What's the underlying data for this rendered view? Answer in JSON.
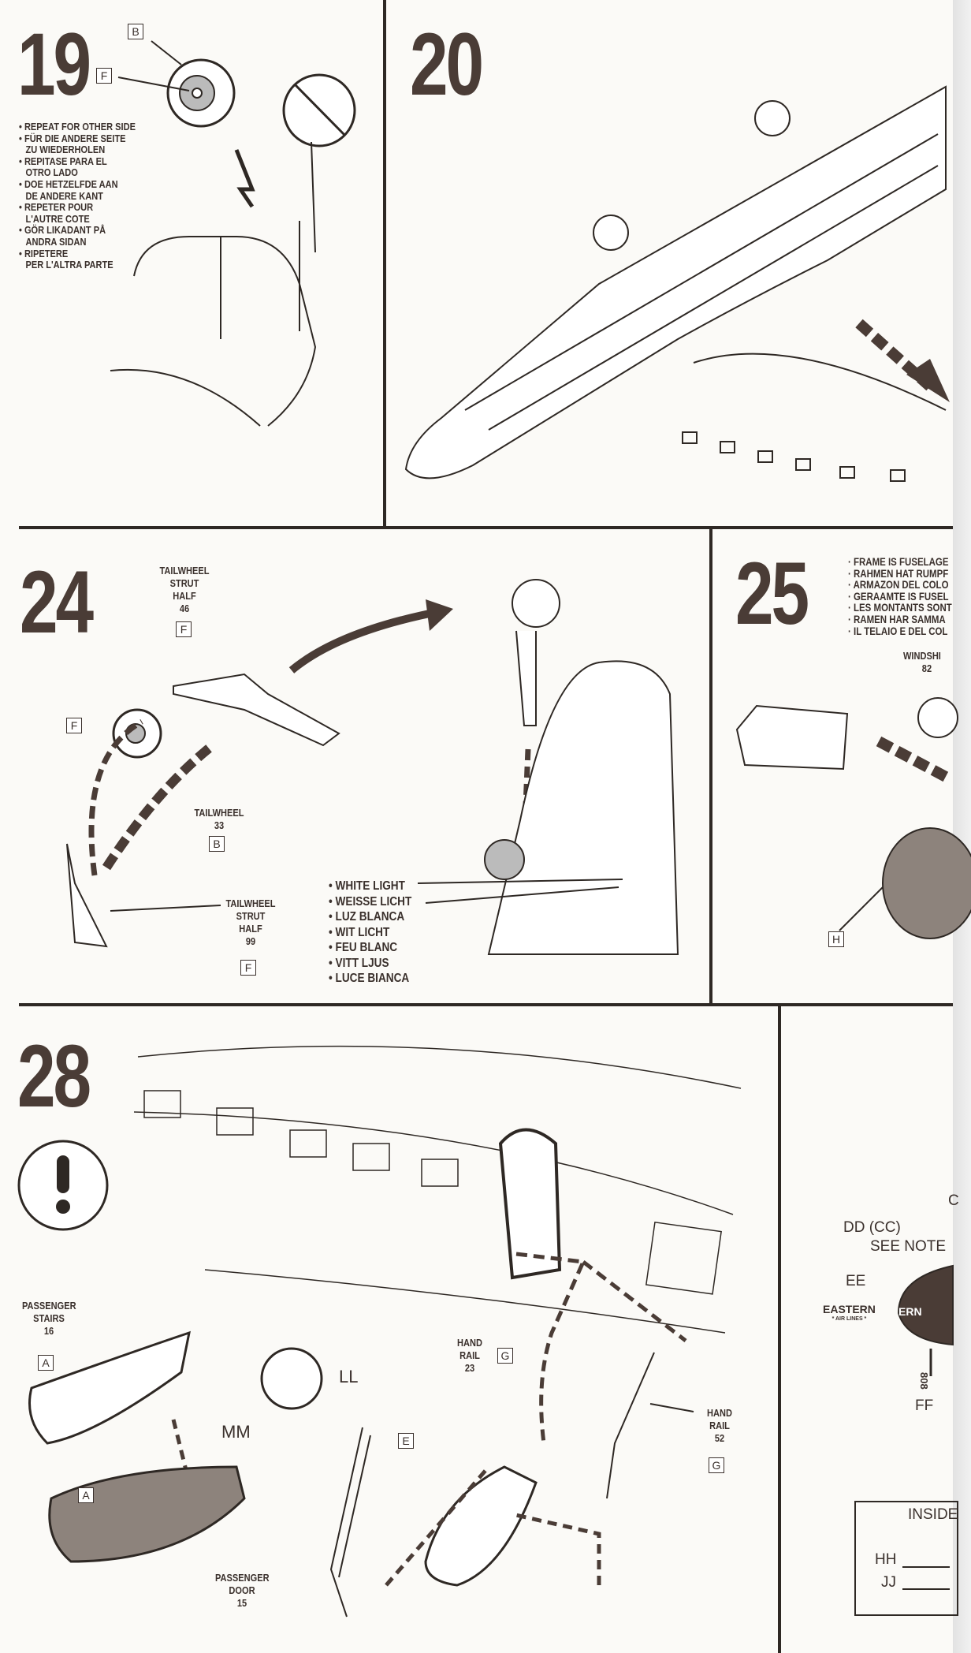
{
  "steps": {
    "s19": {
      "number": "19",
      "part_b": "B",
      "part_f": "F",
      "notes": [
        "• REPEAT FOR OTHER SIDE",
        "• FÜR DIE ANDERE SEITE",
        "  ZU WIEDERHOLEN",
        "• REPITASE PARA EL",
        "  OTRO LADO",
        "• DOE HETZELFDE AAN",
        "  DE ANDERE KANT",
        "• REPETER POUR",
        "  L'AUTRE COTE",
        "• GÖR LIKADANT PÅ",
        "  ANDRA SIDAN",
        "• RIPETERE",
        "  PER L'ALTRA PARTE"
      ]
    },
    "s20": {
      "number": "20"
    },
    "s24": {
      "number": "24",
      "strut46": {
        "l1": "TAILWHEEL",
        "l2": "STRUT",
        "l3": "HALF",
        "l4": "46",
        "part": "F"
      },
      "tailwheel": {
        "l1": "TAILWHEEL",
        "l2": "33",
        "part": "B"
      },
      "wheel_part": "F",
      "strut99": {
        "l1": "TAILWHEEL",
        "l2": "STRUT",
        "l3": "HALF",
        "l4": "99",
        "part": "F"
      },
      "light": [
        "• WHITE LIGHT",
        "• WEISSE LICHT",
        "• LUZ BLANCA",
        "• WIT LICHT",
        "• FEU BLANC",
        "• VITT LJUS",
        "• LUCE BIANCA"
      ]
    },
    "s25": {
      "number": "25",
      "notes": [
        "· FRAME IS FUSELAGE",
        "· RAHMEN HAT RUMPF",
        "· ARMAZON DEL COLO",
        "· GERAAMTE IS FUSEL",
        "· LES MONTANTS SONT",
        "· RAMEN HAR SAMMA",
        "· IL TELAIO E DEL COL"
      ],
      "windshield": {
        "l1": "WINDSHI",
        "l2": "82"
      },
      "part_h": "H"
    },
    "s28": {
      "number": "28",
      "stairs": {
        "l1": "PASSENGER",
        "l2": "STAIRS",
        "l3": "16",
        "part": "A"
      },
      "ll": "LL",
      "mm": "MM",
      "door": {
        "l1": "PASSENGER",
        "l2": "DOOR",
        "l3": "15",
        "part": "A"
      },
      "rail23": {
        "l1": "HAND",
        "l2": "RAIL",
        "l3": "23",
        "part": "G"
      },
      "part_e": "E",
      "rail52": {
        "l1": "HAND",
        "l2": "RAIL",
        "l3": "52",
        "part": "G"
      }
    },
    "decals": {
      "c": "C",
      "dd": "DD (CC)",
      "see_note": "SEE NOTE",
      "ee": "EE",
      "eastern": "EASTERN",
      "airlines": "* AIR LINES *",
      "nose_text": "ERN",
      "ff": "FF",
      "reg": "808",
      "inside": "INSIDE",
      "hh": "HH",
      "jj": "JJ"
    }
  },
  "colors": {
    "ink": "#3a302c",
    "paper": "#fbfaf7",
    "arrow": "#4a3c36"
  }
}
